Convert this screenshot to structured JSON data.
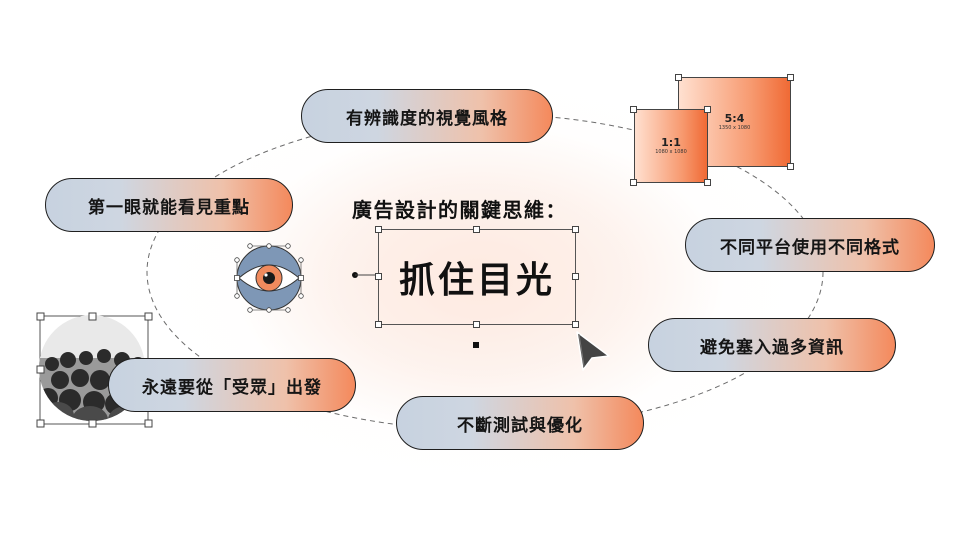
{
  "title": "廣告設計的關鍵思維：",
  "focus": "抓住目光",
  "items": {
    "distinctive_style": "有辨識度的視覺風格",
    "first_glance": "第一眼就能看見重點",
    "platform_formats": "不同平台使用不同格式",
    "avoid_overload": "避免塞入過多資訊",
    "keep_testing": "不斷測試與優化",
    "audience_first": "永遠要從「受眾」出發"
  },
  "formats": [
    {
      "ratio": "1:1",
      "size": "1080 x 1080"
    },
    {
      "ratio": "5:4",
      "size": "1350 x 1080"
    }
  ],
  "icons": [
    "eye-icon",
    "audience-crowd-icon",
    "mouse-cursor-icon"
  ],
  "colors": {
    "accent_orange": "#f4895c",
    "accent_blue_gray": "#c7d2e0",
    "eye_blue": "#7e97b6",
    "eye_iris": "#f08a5d"
  }
}
